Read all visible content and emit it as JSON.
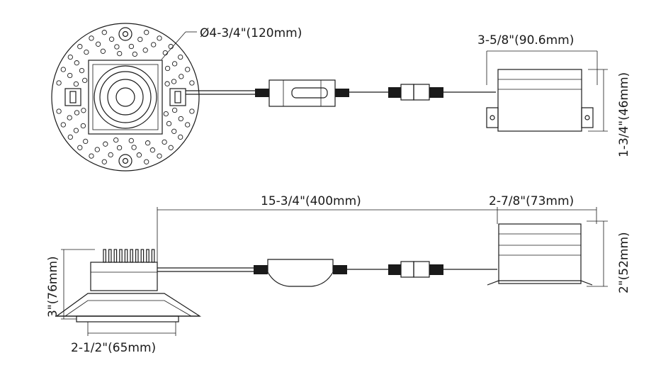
{
  "top_view": {
    "diameter_label": "Ø4-3/4\"(120mm)",
    "driver_width_label": "3-5/8\"(90.6mm)",
    "driver_height_label": "1-3/4\"(46mm)"
  },
  "side_view": {
    "cable_length_label": "15-3/4\"(400mm)",
    "driver_length_label": "2-7/8\"(73mm)",
    "driver_side_height_label": "2\"(52mm)",
    "fixture_height_label": "3\"(76mm)",
    "cutout_label": "2-1/2\"(65mm)"
  }
}
